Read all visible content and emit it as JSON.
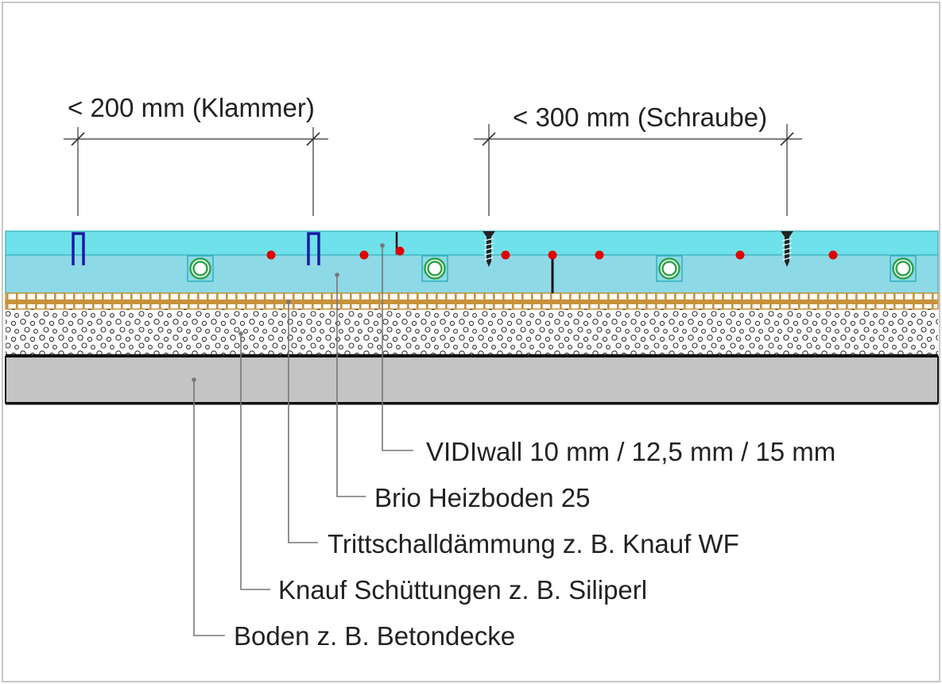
{
  "dimensions": {
    "clip_spacing": "< 200 mm (Klammer)",
    "screw_spacing": "< 300 mm (Schraube)"
  },
  "layers": [
    {
      "label": "VIDIwall 10 mm / 12,5 mm / 15 mm",
      "color": "#6fe1ea"
    },
    {
      "label": "Brio Heizboden 25",
      "color": "#8ed9e6"
    },
    {
      "label": "Trittschalldämmung z. B. Knauf WF",
      "color": "#c8923c"
    },
    {
      "label": "Knauf Schüttungen z. B. Siliperl",
      "color": "#ffffff"
    },
    {
      "label": "Boden z. B. Betondecke",
      "color": "#c4c4c4"
    }
  ]
}
